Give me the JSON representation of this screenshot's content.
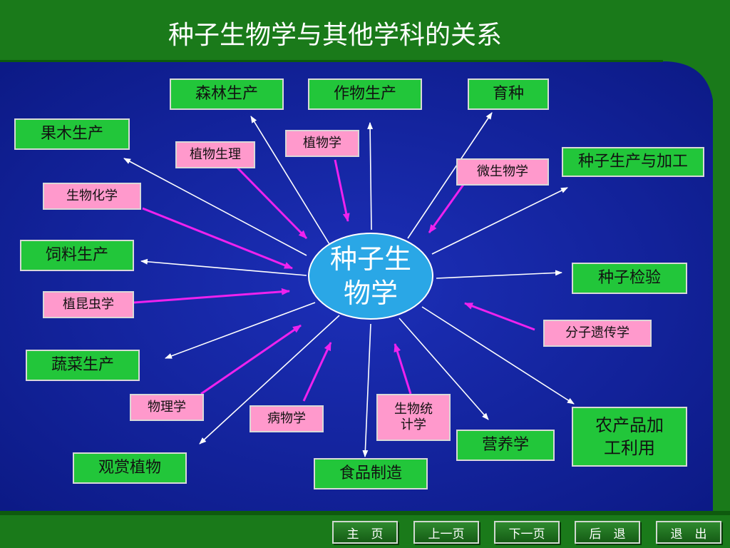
{
  "title": "种子生物学与其他学科的关系",
  "center": {
    "line1": "种子生",
    "line2": "物学"
  },
  "colors": {
    "frame_green": "#1a7a1a",
    "panel_blue": "#12229a",
    "box_green": "#22c63a",
    "box_pink": "#ff99cc",
    "center_blue": "#2aa7e6",
    "arrow_white": "#ffffff",
    "arrow_magenta": "#ee22ee"
  },
  "green_boxes": {
    "forest": "森林生产",
    "crop": "作物生产",
    "breeding": "育种",
    "fruit": "果木生产",
    "seed_processing": "种子生产与加工",
    "feed": "饲料生产",
    "seed_testing": "种子检验",
    "vegetable": "蔬菜生产",
    "agro_line1": "农产品加",
    "agro_line2": "工利用",
    "nutrition": "营养学",
    "ornamental": "观赏植物",
    "food": "食品制造"
  },
  "pink_boxes": {
    "botany": "植物学",
    "plant_physiology": "植物生理",
    "microbiology": "微生物学",
    "biochemistry": "生物化学",
    "entomology": "植昆虫学",
    "molecular_genetics": "分子遗传学",
    "physics": "物理学",
    "pathology": "病物学",
    "biostat_line1": "生物统",
    "biostat_line2": "计学"
  },
  "nav": {
    "home": "主　页",
    "prev": "上一页",
    "next": "下一页",
    "back": "后　退",
    "exit": "退　出"
  }
}
